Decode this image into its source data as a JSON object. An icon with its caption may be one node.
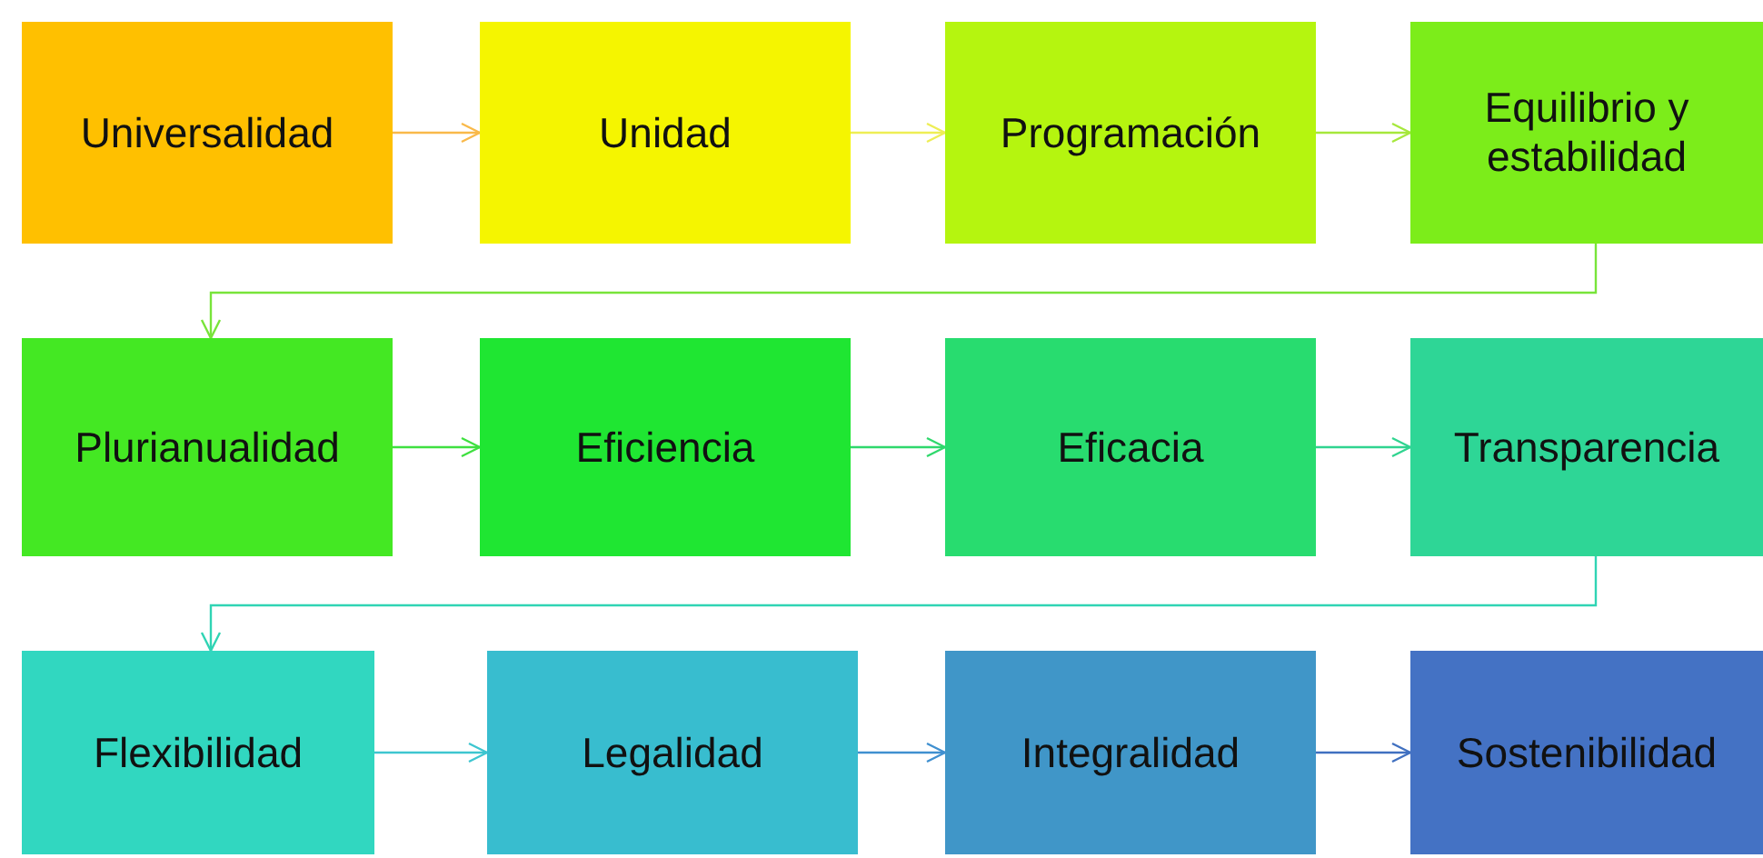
{
  "diagram": {
    "nodes": [
      {
        "text": [
          "Universalidad"
        ]
      },
      {
        "text": [
          "Unidad"
        ]
      },
      {
        "text": [
          "Programación"
        ]
      },
      {
        "text": [
          "Equilibrio y estabilidad"
        ]
      },
      {
        "text": [
          "Plurianualidad"
        ]
      },
      {
        "text": [
          "Eficiencia"
        ]
      },
      {
        "text": [
          "Eficacia"
        ]
      },
      {
        "text": [
          "Transparencia"
        ]
      },
      {
        "text": [
          "Flexibilidad"
        ]
      },
      {
        "text": [
          "Legalidad"
        ]
      },
      {
        "text": [
          "Integralidad"
        ]
      },
      {
        "text": [
          "Sostenibilidad"
        ]
      }
    ],
    "edges": [
      {
        "from": 0,
        "to": 1,
        "arrow": "to",
        "color": "#f9b94a"
      },
      {
        "from": 1,
        "to": 2,
        "arrow": "to",
        "color": "#eeee55"
      },
      {
        "from": 2,
        "to": 3,
        "arrow": "to",
        "color": "#a6e83c"
      },
      {
        "from": 3,
        "to": 4,
        "arrow": "to",
        "color": "#78e43a"
      },
      {
        "from": 4,
        "to": 5,
        "arrow": "to",
        "color": "#3fe040"
      },
      {
        "from": 5,
        "to": 6,
        "arrow": "to",
        "color": "#2fd86c"
      },
      {
        "from": 6,
        "to": 7,
        "arrow": "to",
        "color": "#30d490"
      },
      {
        "from": 7,
        "to": 8,
        "arrow": "to",
        "color": "#30d4b4"
      },
      {
        "from": 8,
        "to": 9,
        "arrow": "to",
        "color": "#3ec6d0"
      },
      {
        "from": 9,
        "to": 10,
        "arrow": "to",
        "color": "#4090d0"
      },
      {
        "from": 10,
        "to": 11,
        "arrow": "to",
        "color": "#4070c0"
      }
    ]
  }
}
